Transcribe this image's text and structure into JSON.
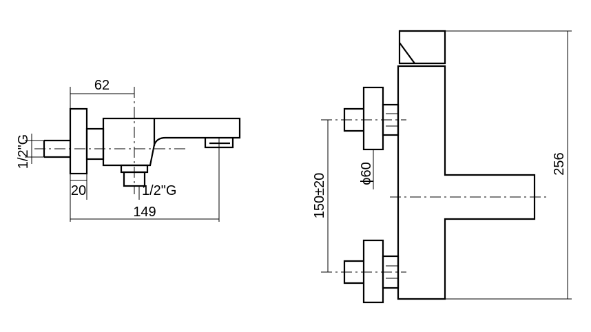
{
  "dimensions": {
    "side_top_width": "62",
    "side_inlet_thread": "1/2\"G",
    "side_flange_thickness": "20",
    "side_outlet_thread": "1/2\"G",
    "side_overall_length": "149",
    "front_inlet_spacing": "150±20",
    "front_flange_diameter": "ϕ60",
    "front_overall_height": "256"
  }
}
